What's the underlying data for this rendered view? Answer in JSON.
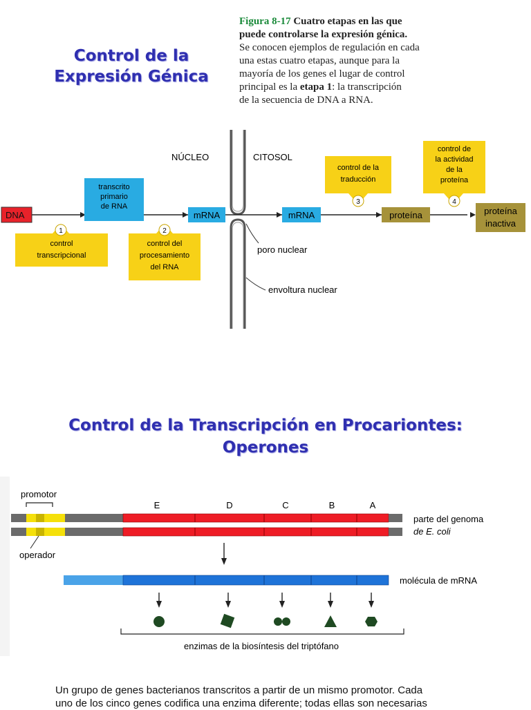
{
  "slide1": {
    "title_line1": "Control de la",
    "title_line2": "Expresión Génica",
    "caption": {
      "figure_label": "Figura 8-17",
      "bold_text_line1": "Cuatro etapas en las que",
      "bold_text_line2": "puede controlarse la expresión génica.",
      "line3": "Se conocen ejemplos de regulación en cada",
      "line4": "una estas cuatro etapas, aunque para la",
      "line5": "mayoría de los genes el lugar de control",
      "line6_start": "principal es la ",
      "line6_bold": "etapa 1",
      "line6_end": ": la transcripción",
      "line7": "de la secuencia de DNA a RNA."
    },
    "diagram": {
      "nucleo_label": "NÚCLEO",
      "citosol_label": "CITOSOL",
      "dna": "DNA",
      "transcrito_lines": [
        "transcrito",
        "primario",
        "de RNA"
      ],
      "mrna_nucleus": "mRNA",
      "mrna_cytosol": "mRNA",
      "proteina": "proteína",
      "proteina_inactiva_lines": [
        "proteína",
        "inactiva"
      ],
      "poro_nuclear": "poro nuclear",
      "envoltura_nuclear": "envoltura nuclear",
      "step1": {
        "number": "1",
        "lines": [
          "control",
          "transcripcional"
        ]
      },
      "step2": {
        "number": "2",
        "lines": [
          "control del",
          "procesamiento",
          "del RNA"
        ]
      },
      "step3": {
        "number": "3",
        "lines": [
          "control de la",
          "traducción"
        ]
      },
      "step4": {
        "number": "4",
        "lines": [
          "control de",
          "la actividad",
          "de la",
          "proteína"
        ]
      },
      "colors": {
        "dna": "#e8222a",
        "cyan_box": "#29abe2",
        "yellow": "#f7d117",
        "olive": "#a6923a"
      }
    }
  },
  "slide2": {
    "title_line1": "Control de la Transcripción en Procariontes:",
    "title_line2": "Operones",
    "promotor_label": "promotor",
    "operador_label": "operador",
    "gene_letters": [
      "E",
      "D",
      "C",
      "B",
      "A"
    ],
    "genome_label_line1": "parte del genoma",
    "genome_label_line2": "de E. coli",
    "mrna_label": "molécula de mRNA",
    "enzymes_label": "enzimas de la biosíntesis del triptófano",
    "bottom_text_line1": "Un grupo de genes bacterianos transcritos a partir de un mismo promotor. Cada",
    "bottom_text_line2": "uno de los cinco genes codifica una enzima diferente; todas ellas son necesarias",
    "colors": {
      "gene_red": "#ee1c25",
      "mrna_blue": "#1e73d8",
      "mrna_light": "#4aa3e8",
      "promoter_yellow": "#f5e00a",
      "gray": "#6b6b6b",
      "enzyme_green": "#1f4a22"
    }
  }
}
